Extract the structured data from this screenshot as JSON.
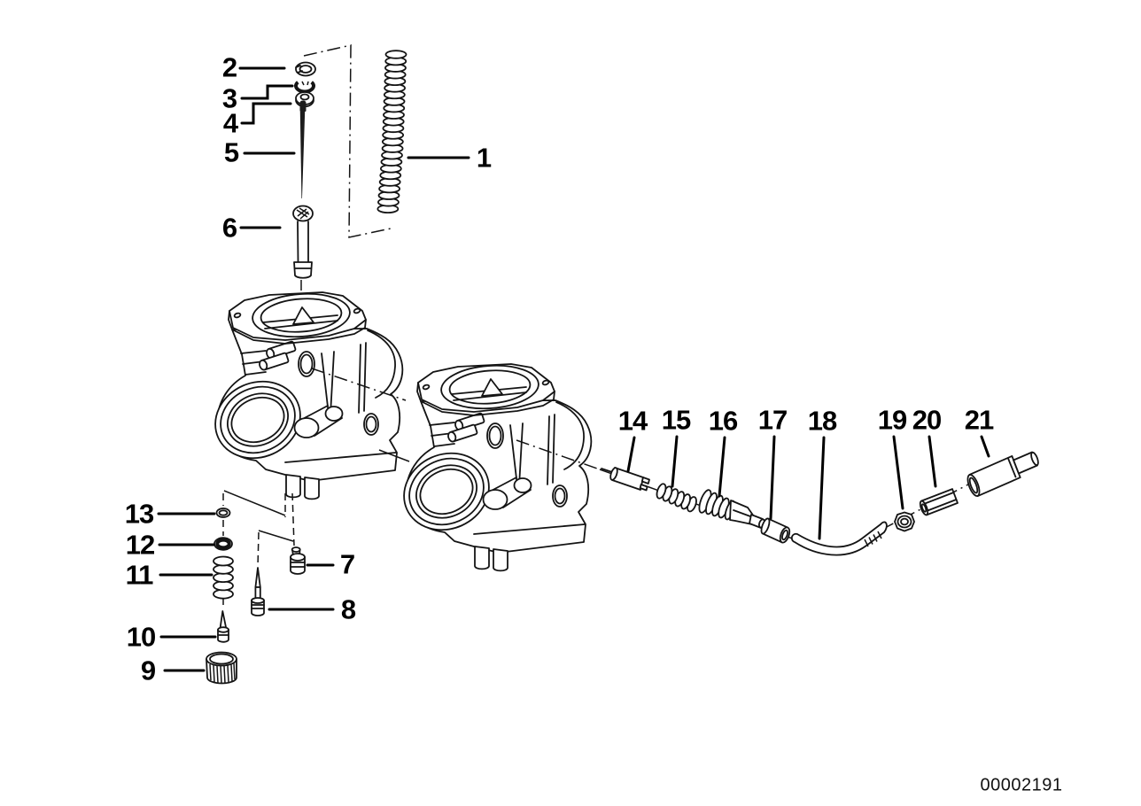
{
  "figure": {
    "type": "exploded-parts-diagram",
    "subject": "carburetor-assembly",
    "drawing_number": "00002191",
    "colors": {
      "background": "#ffffff",
      "ink": "#141414",
      "label": "#000000"
    },
    "callouts": [
      {
        "label": "1"
      },
      {
        "label": "2"
      },
      {
        "label": "3"
      },
      {
        "label": "4"
      },
      {
        "label": "5"
      },
      {
        "label": "6"
      },
      {
        "label": "7"
      },
      {
        "label": "8"
      },
      {
        "label": "9"
      },
      {
        "label": "10"
      },
      {
        "label": "11"
      },
      {
        "label": "12"
      },
      {
        "label": "13"
      },
      {
        "label": "14"
      },
      {
        "label": "15"
      },
      {
        "label": "16"
      },
      {
        "label": "17"
      },
      {
        "label": "18"
      },
      {
        "label": "19"
      },
      {
        "label": "20"
      },
      {
        "label": "21"
      }
    ]
  }
}
